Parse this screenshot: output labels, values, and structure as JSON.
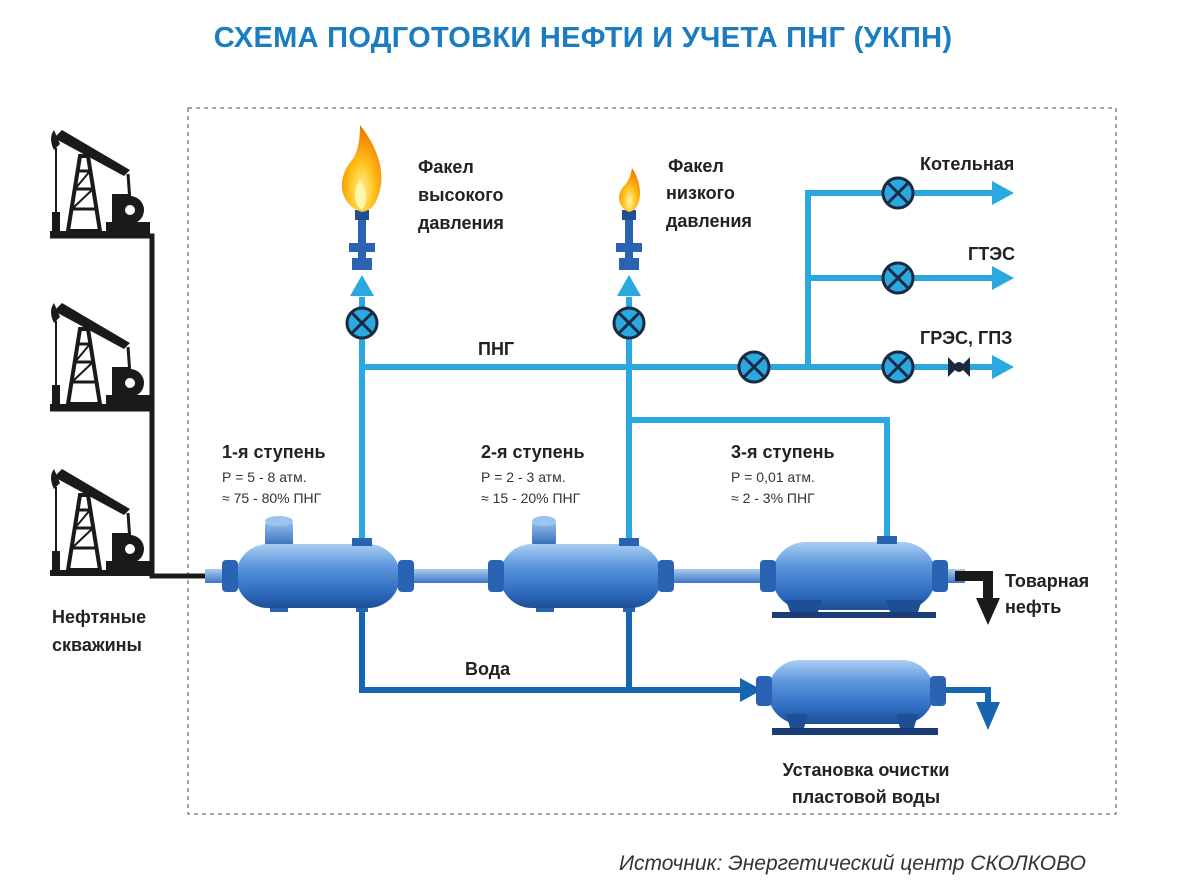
{
  "title": "СХЕМА ПОДГОТОВКИ НЕФТИ И УЧЕТА ПНГ (УКПН)",
  "wells": {
    "label_line1": "Нефтяные",
    "label_line2": "скважины"
  },
  "flare_high": {
    "line1": "Факел",
    "line2": "высокого",
    "line2b": "давления"
  },
  "flare_low": {
    "line1": "Факел",
    "line2": "низкого",
    "line3": "давления"
  },
  "gas_line_label": "ПНГ",
  "consumers": {
    "boiler": "Котельная",
    "gtes": "ГТЭС",
    "gres": "ГРЭС, ГПЗ"
  },
  "stages": [
    {
      "name": "1-я ступень",
      "pressure": "Р = 5 - 8 атм.",
      "share": "≈ 75 - 80% ПНГ"
    },
    {
      "name": "2-я ступень",
      "pressure": "Р = 2 - 3 атм.",
      "share": "≈ 15 - 20% ПНГ"
    },
    {
      "name": "3-я ступень",
      "pressure": "Р = 0,01 атм.",
      "share": "≈ 2 - 3% ПНГ"
    }
  ],
  "oil_out": {
    "line1": "Товарная",
    "line2": "нефть"
  },
  "water_label": "Вода",
  "water_unit": {
    "line1": "Установка очистки",
    "line2": "пластовой воды"
  },
  "source": "Источник: Энергетический центр СКОЛКОВО",
  "colors": {
    "title": "#1a7cc1",
    "gas_pipe": "#29a9e0",
    "water_pipe": "#1565b0",
    "vessel": "#3f7fd0",
    "well": "#1a1a1a"
  },
  "icons": [
    "pumpjack-icon",
    "flame-icon",
    "valve-icon",
    "gas-meter-icon",
    "arrow-icon"
  ]
}
